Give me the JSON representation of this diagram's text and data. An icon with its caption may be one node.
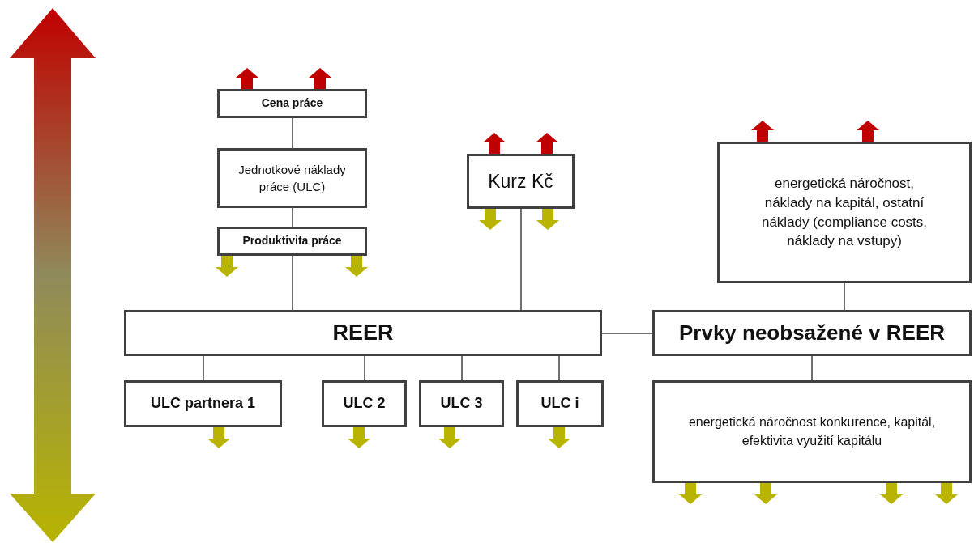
{
  "diagram": {
    "nodes": [
      {
        "text": [
          "Cena práce"
        ]
      },
      {
        "text": [
          "Jednotkové náklady práce (ULC)"
        ]
      },
      {
        "text": [
          "Produktivita práce"
        ]
      },
      {
        "text": [
          "Kurz Kč"
        ]
      },
      {
        "text": [
          "energetická náročnost, náklady na kapitál, ostatní náklady (compliance costs, náklady na vstupy)"
        ]
      },
      {
        "text": [
          "REER"
        ]
      },
      {
        "text": [
          "Prvky neobsažené v REER"
        ]
      },
      {
        "text": [
          "ULC partnera 1"
        ]
      },
      {
        "text": [
          "ULC 2"
        ]
      },
      {
        "text": [
          "ULC 3"
        ]
      },
      {
        "text": [
          "ULC i"
        ]
      },
      {
        "text": [
          "energetická náročnost konkurence, kapitál, efektivita využití kapitálu"
        ]
      }
    ],
    "edges": [
      {
        "from": 0,
        "to": 1,
        "arrow": "none"
      },
      {
        "from": 1,
        "to": 2,
        "arrow": "none"
      },
      {
        "from": 2,
        "to": 5,
        "arrow": "none"
      },
      {
        "from": 3,
        "to": 5,
        "arrow": "none"
      },
      {
        "from": 5,
        "to": 6,
        "arrow": "none"
      },
      {
        "from": 4,
        "to": 6,
        "arrow": "none"
      },
      {
        "from": 5,
        "to": 7,
        "arrow": "none"
      },
      {
        "from": 5,
        "to": 8,
        "arrow": "none"
      },
      {
        "from": 5,
        "to": 9,
        "arrow": "none"
      },
      {
        "from": 5,
        "to": 10,
        "arrow": "none"
      },
      {
        "from": 6,
        "to": 11,
        "arrow": "none"
      },
      {
        "from": 0,
        "to": null,
        "arrow": "to",
        "style": "thick",
        "color": "#c00000"
      },
      {
        "from": 0,
        "to": null,
        "arrow": "to",
        "style": "thick",
        "color": "#c00000"
      },
      {
        "from": 2,
        "to": null,
        "arrow": "to",
        "style": "thick",
        "color": "#b8b400"
      },
      {
        "from": 2,
        "to": null,
        "arrow": "to",
        "style": "thick",
        "color": "#b8b400"
      },
      {
        "from": 3,
        "to": null,
        "arrow": "to",
        "style": "thick",
        "color": "#c00000"
      },
      {
        "from": 3,
        "to": null,
        "arrow": "to",
        "style": "thick",
        "color": "#c00000"
      },
      {
        "from": 3,
        "to": null,
        "arrow": "to",
        "style": "thick",
        "color": "#b8b400"
      },
      {
        "from": 3,
        "to": null,
        "arrow": "to",
        "style": "thick",
        "color": "#b8b400"
      },
      {
        "from": 4,
        "to": null,
        "arrow": "to",
        "style": "thick",
        "color": "#c00000"
      },
      {
        "from": 4,
        "to": null,
        "arrow": "to",
        "style": "thick",
        "color": "#c00000"
      },
      {
        "from": 7,
        "to": null,
        "arrow": "to",
        "style": "thick",
        "color": "#b8b400"
      },
      {
        "from": 8,
        "to": null,
        "arrow": "to",
        "style": "thick",
        "color": "#b8b400"
      },
      {
        "from": 9,
        "to": null,
        "arrow": "to",
        "style": "thick",
        "color": "#b8b400"
      },
      {
        "from": 10,
        "to": null,
        "arrow": "to",
        "style": "thick",
        "color": "#b8b400"
      },
      {
        "from": 11,
        "to": null,
        "arrow": "to",
        "style": "thick",
        "color": "#b8b400"
      },
      {
        "from": 11,
        "to": null,
        "arrow": "to",
        "style": "thick",
        "color": "#b8b400"
      },
      {
        "from": 11,
        "to": null,
        "arrow": "to",
        "style": "thick",
        "color": "#b8b400"
      },
      {
        "from": 11,
        "to": null,
        "arrow": "to",
        "style": "thick",
        "color": "#b8b400"
      }
    ]
  }
}
